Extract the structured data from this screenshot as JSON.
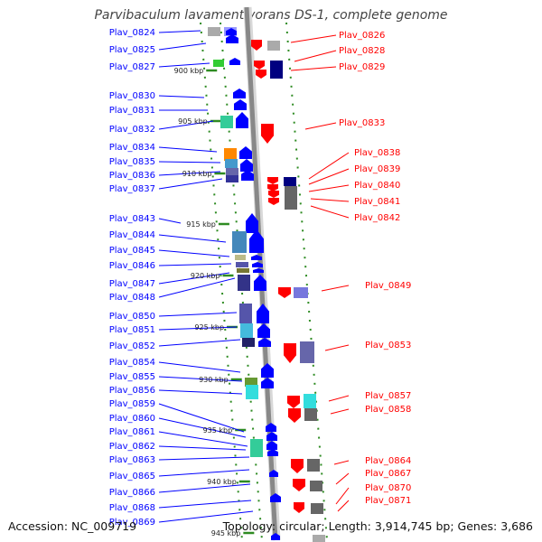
{
  "title": "Parvibaculum lavamentivorans DS-1, complete genome",
  "accession": "Accession: NC_009719",
  "summary": "Topology: circular; Length: 3,914,745 bp; Genes: 3,686",
  "colors": {
    "forward": "#0000ff",
    "reverse": "#ff0000",
    "backbone": "#888888",
    "tick": "#2e8b22"
  },
  "ruler": [
    {
      "label": "900 kbp"
    },
    {
      "label": "905 kbp"
    },
    {
      "label": "910 kbp"
    },
    {
      "label": "915 kbp"
    },
    {
      "label": "920 kbp"
    },
    {
      "label": "925 kbp"
    },
    {
      "label": "930 kbp"
    },
    {
      "label": "935 kbp"
    },
    {
      "label": "940 kbp"
    },
    {
      "label": "945 kbp"
    }
  ],
  "left_genes": [
    "Plav_0824",
    "Plav_0825",
    "Plav_0827",
    "Plav_0830",
    "Plav_0831",
    "Plav_0832",
    "Plav_0834",
    "Plav_0835",
    "Plav_0836",
    "Plav_0837",
    "Plav_0843",
    "Plav_0844",
    "Plav_0845",
    "Plav_0846",
    "Plav_0847",
    "Plav_0848",
    "Plav_0850",
    "Plav_0851",
    "Plav_0852",
    "Plav_0854",
    "Plav_0855",
    "Plav_0856",
    "Plav_0859",
    "Plav_0860",
    "Plav_0861",
    "Plav_0862",
    "Plav_0863",
    "Plav_0865",
    "Plav_0866",
    "Plav_0868",
    "Plav_0869"
  ],
  "right_genes": [
    "Plav_0826",
    "Plav_0828",
    "Plav_0829",
    "Plav_0833",
    "Plav_0838",
    "Plav_0839",
    "Plav_0840",
    "Plav_0841",
    "Plav_0842",
    "Plav_0849",
    "Plav_0853",
    "Plav_0857",
    "Plav_0858",
    "Plav_0864",
    "Plav_0867",
    "Plav_0870",
    "Plav_0871"
  ]
}
